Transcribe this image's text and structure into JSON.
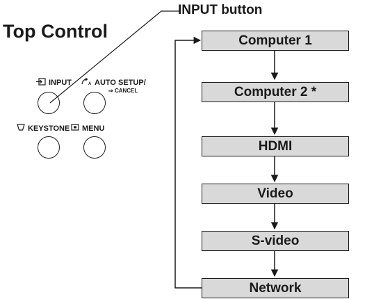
{
  "title": "Top Control",
  "callout_label": "INPUT button",
  "panel": {
    "buttons": [
      {
        "label": "INPUT",
        "icon": "input-icon"
      },
      {
        "label": "AUTO SETUP/",
        "sublabel": "CANCEL",
        "icon": "auto-setup-icon"
      },
      {
        "label": "KEYSTONE",
        "icon": "keystone-icon"
      },
      {
        "label": "MENU",
        "icon": "menu-icon"
      }
    ]
  },
  "flow": {
    "steps": [
      {
        "label": "Computer 1"
      },
      {
        "label": "Computer 2 *"
      },
      {
        "label": "HDMI"
      },
      {
        "label": "Video"
      },
      {
        "label": "S-video"
      },
      {
        "label": "Network"
      }
    ],
    "box_fill": "#d9d9d9",
    "line_color": "#1a1a1a"
  }
}
